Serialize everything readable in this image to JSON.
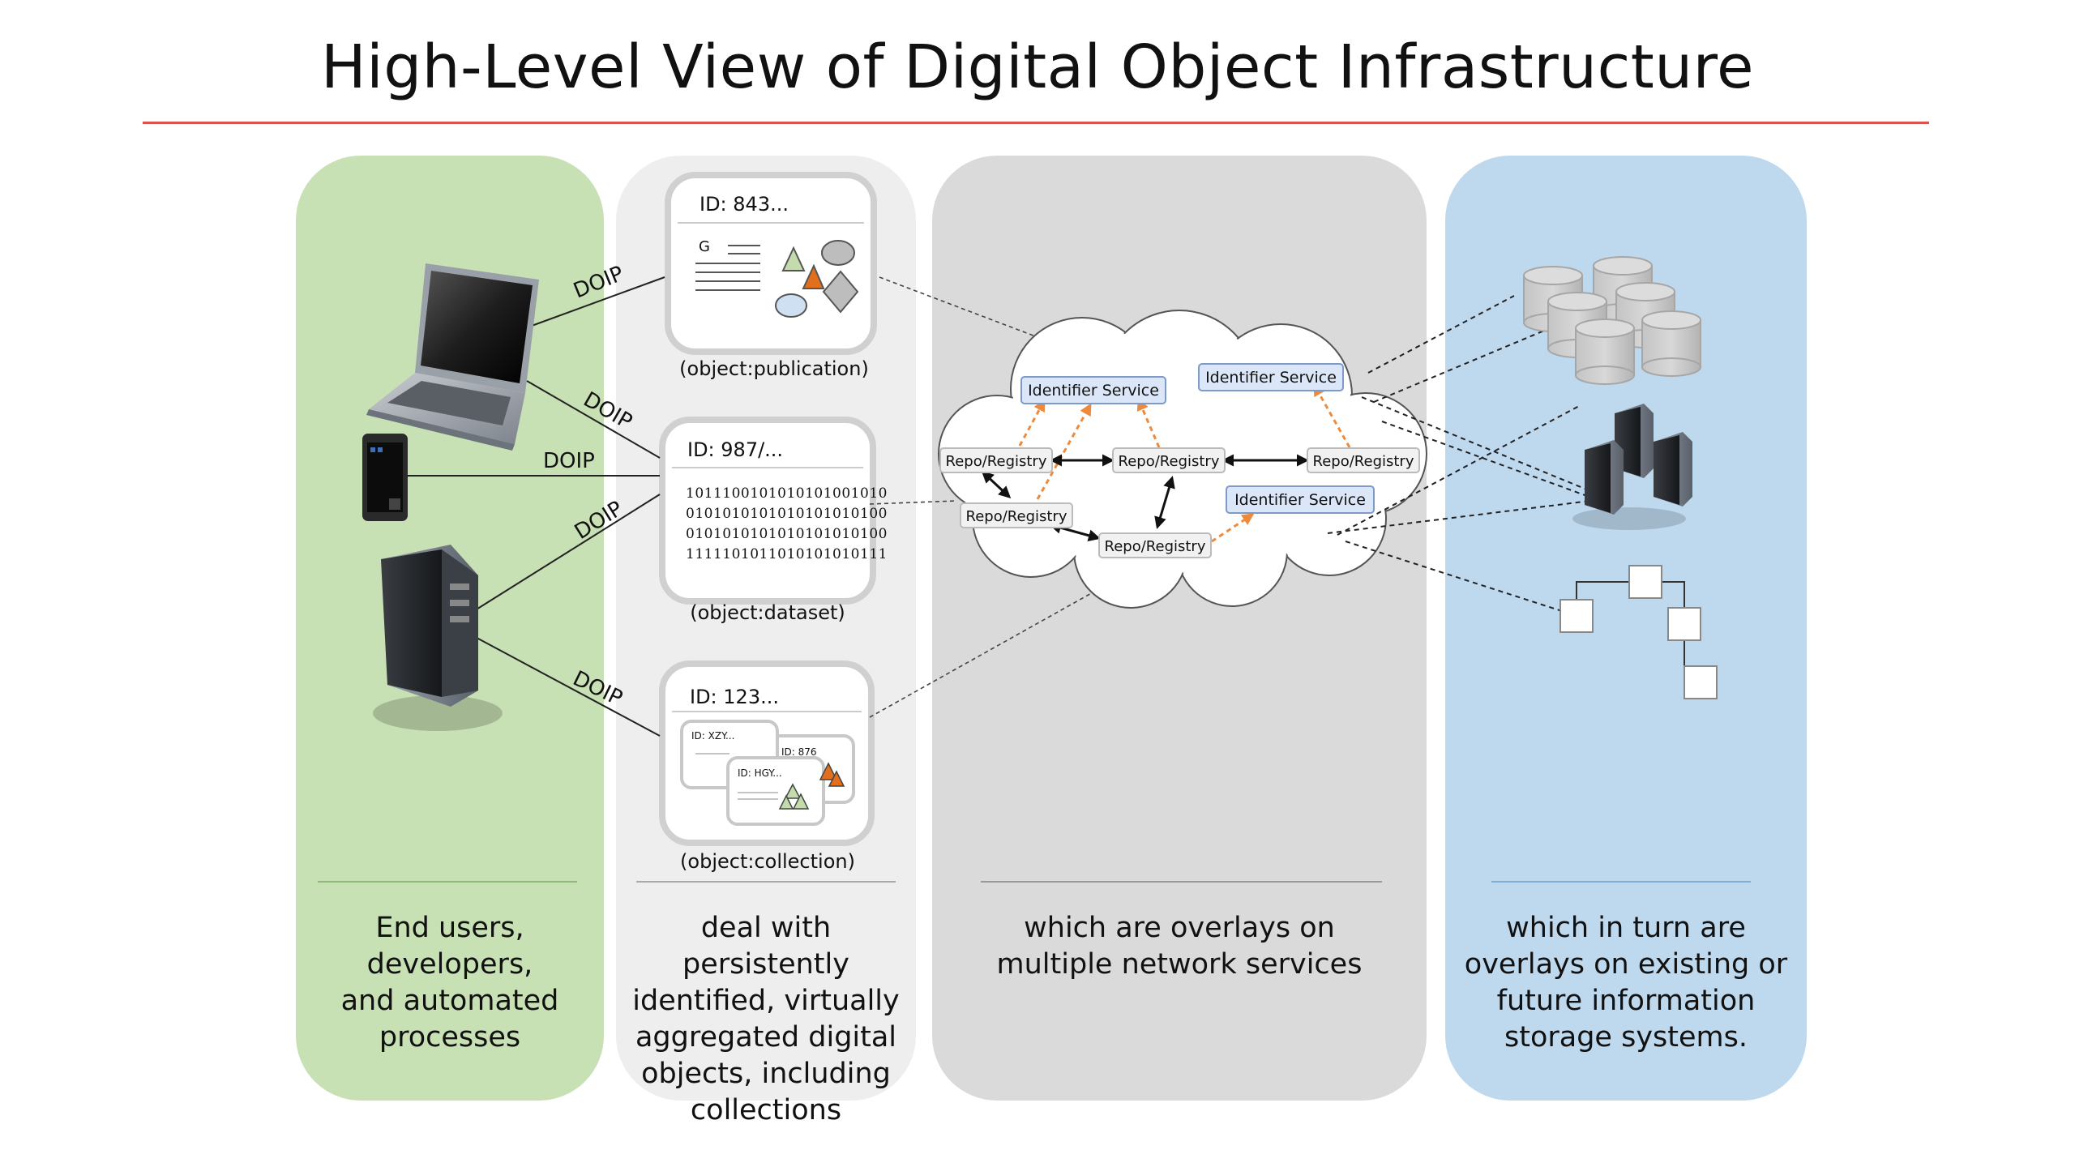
{
  "title": "High-Level View of Digital Object Infrastructure",
  "colors": {
    "title_rule": "#d9534f",
    "users_panel": "#c7e0b4",
    "objects_panel": "#eeeeee",
    "network_panel": "#dadada",
    "storage_panel": "#bed8ee",
    "service_box": "#dbe7f8",
    "orange_arrow": "#ee8a3c"
  },
  "clients": {
    "icons": [
      "laptop-icon",
      "mobile-phone-icon",
      "server-tower-icon"
    ],
    "link_label": "DOIP"
  },
  "objects": {
    "publication": {
      "id": "ID: 843...",
      "glyph": "G",
      "label": "(object:publication)"
    },
    "dataset": {
      "id": "ID: 987/...",
      "bits": [
        "1011100101010101001010",
        "0101010101010101010100",
        "0101010101010101010100",
        "1111101011010101010111"
      ],
      "label": "(object:dataset)"
    },
    "collection": {
      "id": "ID: 123...",
      "sub_ids": [
        "ID: XZY...",
        "ID: 876",
        "ID: HGY..."
      ],
      "label": "(object:collection)"
    }
  },
  "network": {
    "identifier_services": [
      "Identifier Service",
      "Identifier Service",
      "Identifier Service"
    ],
    "repo_nodes": [
      "Repo/Registry",
      "Repo/Registry",
      "Repo/Registry",
      "Repo/Registry",
      "Repo/Registry"
    ]
  },
  "storage": {
    "icons": [
      "database-cylinders-icon",
      "server-cluster-icon",
      "tree-structure-icon"
    ]
  },
  "captions": {
    "users": [
      "End users, developers,",
      "and automated",
      "processes"
    ],
    "objects": [
      "deal with persistently",
      "identified, virtually",
      "aggregated digital",
      "objects, including",
      "collections"
    ],
    "network": [
      "which are overlays on",
      "multiple network services"
    ],
    "storage": [
      "which  in turn are",
      "overlays on  existing or",
      "future information",
      "storage systems."
    ]
  }
}
